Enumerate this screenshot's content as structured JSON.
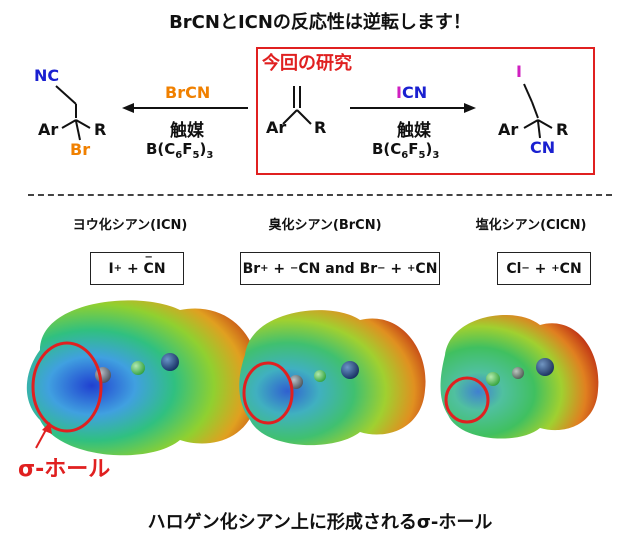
{
  "title": "BrCNとICNの反応性は逆転します！",
  "caption": "ハロゲン化シアン上に形成されるσ-ホール",
  "study_box_label": "今回の研究",
  "reaction_left": {
    "reagent": "BrCN",
    "catalyst": "触媒",
    "cond_main": "B(C",
    "cond_sub1": "6",
    "cond_mid": "F",
    "cond_sub2": "5",
    "cond_end": ")",
    "cond_sub3": "3",
    "product_top": "NC",
    "product_ar": "Ar",
    "product_r": "R",
    "product_x": "Br"
  },
  "reaction_right": {
    "reagent": "ICN",
    "catalyst": "触媒",
    "cond_main": "B(C",
    "cond_sub1": "6",
    "cond_mid": "F",
    "cond_sub2": "5",
    "cond_end": ")",
    "cond_sub3": "3",
    "product_top": "I",
    "product_ar": "Ar",
    "product_r": "R",
    "product_cn": "CN"
  },
  "substrate": {
    "ar": "Ar",
    "r": "R"
  },
  "halides": [
    {
      "name": "ヨウ化シアン(ICN)",
      "ions": [
        "I",
        "+",
        "+",
        "−",
        "CN"
      ]
    },
    {
      "name": "臭化シアン(BrCN)",
      "ions": [
        "Br",
        "+",
        "+",
        "−",
        "CN and Br",
        "−",
        "+",
        "+",
        "CN"
      ]
    },
    {
      "name": "塩化シアン(ClCN)",
      "ions": [
        "Cl",
        "−",
        "+",
        "+",
        "CN"
      ]
    }
  ],
  "sigma_hole_label": "σ-ホール",
  "colors": {
    "accent_red": "#e02020",
    "br_orange": "#f08000",
    "i_magenta": "#d020c0",
    "cn_blue": "#1a20d0"
  }
}
